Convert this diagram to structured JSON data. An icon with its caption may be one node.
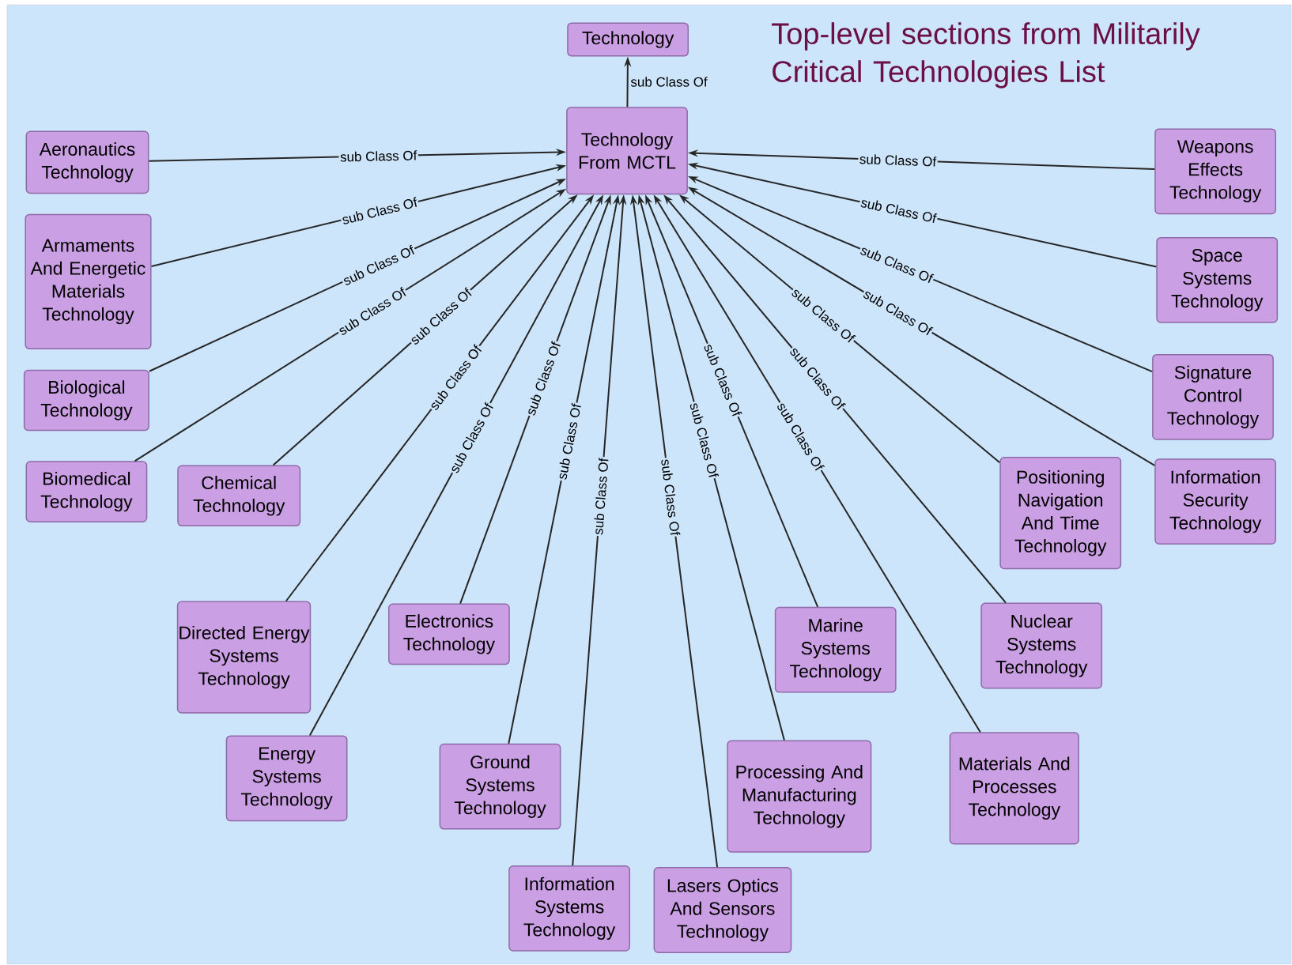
{
  "diagram": {
    "title": "Top-level sections from Militarily Critical Technologies List",
    "nodes": [
      {
        "text": [
          "Technology"
        ]
      },
      {
        "text": [
          "Technology From MCTL"
        ]
      },
      {
        "text": [
          "Aeronautics Technology"
        ]
      },
      {
        "text": [
          "Armaments And Energetic Materials Technology"
        ]
      },
      {
        "text": [
          "Biological Technology"
        ]
      },
      {
        "text": [
          "Biomedical Technology"
        ]
      },
      {
        "text": [
          "Chemical Technology"
        ]
      },
      {
        "text": [
          "Directed Energy Systems Technology"
        ]
      },
      {
        "text": [
          "Electronics Technology"
        ]
      },
      {
        "text": [
          "Energy Systems Technology"
        ]
      },
      {
        "text": [
          "Ground Systems Technology"
        ]
      },
      {
        "text": [
          "Information Systems Technology"
        ]
      },
      {
        "text": [
          "Lasers Optics And Sensors Technology"
        ]
      },
      {
        "text": [
          "Processing And Manufacturing Technology"
        ]
      },
      {
        "text": [
          "Marine Systems Technology"
        ]
      },
      {
        "text": [
          "Materials And Processes Technology"
        ]
      },
      {
        "text": [
          "Nuclear Systems Technology"
        ]
      },
      {
        "text": [
          "Positioning Navigation And Time Technology"
        ]
      },
      {
        "text": [
          "Information Security Technology"
        ]
      },
      {
        "text": [
          "Signature Control Technology"
        ]
      },
      {
        "text": [
          "Space Systems Technology"
        ]
      },
      {
        "text": [
          "Weapons Effects Technology"
        ]
      }
    ],
    "edges": [
      {
        "from": 1,
        "to": 0,
        "arrow": "to",
        "label": "sub Class Of"
      },
      {
        "from": 2,
        "to": 1,
        "arrow": "to",
        "label": "sub Class Of"
      },
      {
        "from": 3,
        "to": 1,
        "arrow": "to",
        "label": "sub Class Of"
      },
      {
        "from": 4,
        "to": 1,
        "arrow": "to",
        "label": "sub Class Of"
      },
      {
        "from": 5,
        "to": 1,
        "arrow": "to",
        "label": "sub Class Of"
      },
      {
        "from": 6,
        "to": 1,
        "arrow": "to",
        "label": "sub Class Of"
      },
      {
        "from": 7,
        "to": 1,
        "arrow": "to",
        "label": "sub Class Of"
      },
      {
        "from": 8,
        "to": 1,
        "arrow": "to",
        "label": "sub Class Of"
      },
      {
        "from": 9,
        "to": 1,
        "arrow": "to",
        "label": "sub Class Of"
      },
      {
        "from": 10,
        "to": 1,
        "arrow": "to",
        "label": "sub Class Of"
      },
      {
        "from": 11,
        "to": 1,
        "arrow": "to",
        "label": "sub Class Of"
      },
      {
        "from": 12,
        "to": 1,
        "arrow": "to",
        "label": "sub Class Of"
      },
      {
        "from": 13,
        "to": 1,
        "arrow": "to",
        "label": "sub Class Of"
      },
      {
        "from": 14,
        "to": 1,
        "arrow": "to",
        "label": "sub Class Of"
      },
      {
        "from": 15,
        "to": 1,
        "arrow": "to",
        "label": "sub Class Of"
      },
      {
        "from": 16,
        "to": 1,
        "arrow": "to",
        "label": "sub Class Of"
      },
      {
        "from": 17,
        "to": 1,
        "arrow": "to",
        "label": "sub Class Of"
      },
      {
        "from": 18,
        "to": 1,
        "arrow": "to",
        "label": "sub Class Of"
      },
      {
        "from": 19,
        "to": 1,
        "arrow": "to",
        "label": "sub Class Of"
      },
      {
        "from": 20,
        "to": 1,
        "arrow": "to",
        "label": "sub Class Of"
      },
      {
        "from": 21,
        "to": 1,
        "arrow": "to",
        "label": "sub Class Of"
      }
    ]
  }
}
